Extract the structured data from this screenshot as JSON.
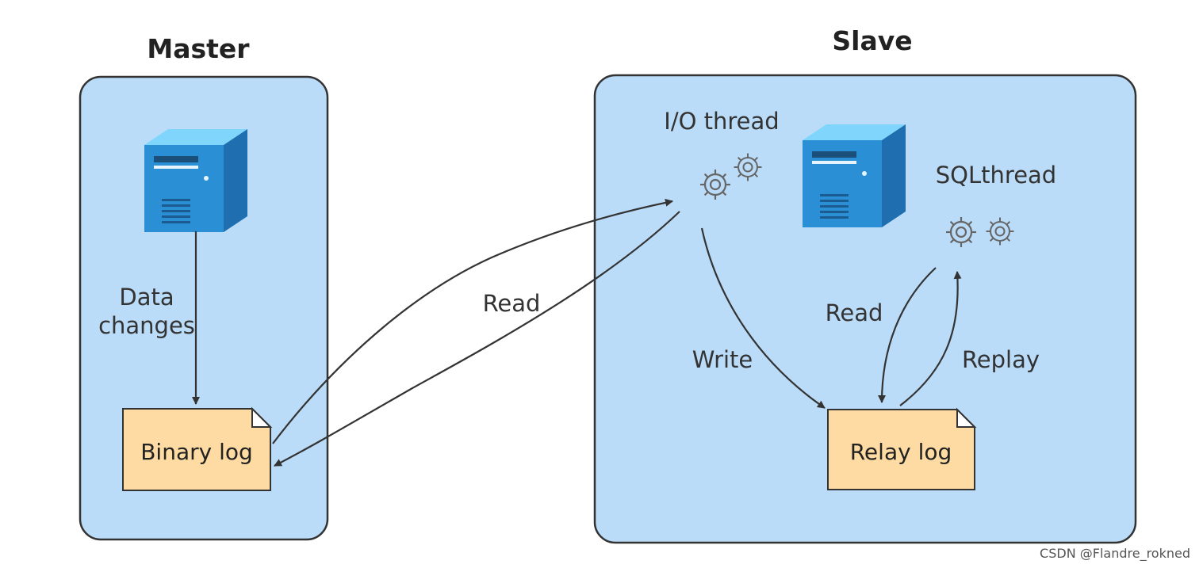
{
  "master": {
    "title": "Master",
    "data_changes_line1": "Data",
    "data_changes_line2": "changes",
    "binary_log": "Binary log"
  },
  "replication": {
    "read_label": "Read"
  },
  "slave": {
    "title": "Slave",
    "io_thread": "I/O thread",
    "sql_thread": "SQLthread",
    "write_label": "Write",
    "read_label": "Read",
    "replay_label": "Replay",
    "relay_log": "Relay log"
  },
  "watermark": "CSDN @Flandre_rokned",
  "colors": {
    "panel_fill": "#bbdcf8",
    "doc_fill": "#fddba2",
    "server_front": "#2a8fd4",
    "server_side": "#1f6fb0",
    "server_top": "#4fc3f7"
  },
  "icons": [
    "server-icon",
    "gear-icon",
    "document-icon"
  ]
}
